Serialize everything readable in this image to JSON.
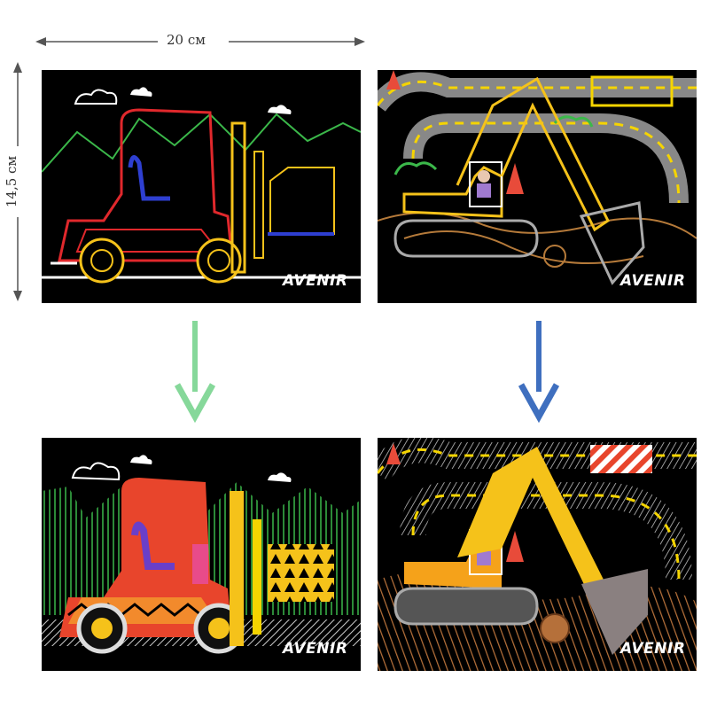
{
  "dimensions": {
    "width_label": "20 см",
    "height_label": "14,5 см"
  },
  "brand": {
    "logo": "AVENIR"
  },
  "panels": [
    {
      "position": "top-left",
      "subject": "forklift",
      "state": "outline"
    },
    {
      "position": "top-right",
      "subject": "excavator",
      "state": "outline"
    },
    {
      "position": "bottom-left",
      "subject": "forklift",
      "state": "scratched"
    },
    {
      "position": "bottom-right",
      "subject": "excavator",
      "state": "scratched"
    }
  ],
  "arrows": [
    {
      "from": "top-left",
      "to": "bottom-left",
      "color": "#86d89a"
    },
    {
      "from": "top-right",
      "to": "bottom-right",
      "color": "#3f6fbf"
    }
  ],
  "colors": {
    "panel_bg": "#000000",
    "mountain_green": "#3bb84a",
    "forklift_red": "#e0282c",
    "excavator_yellow": "#f5c21a"
  }
}
